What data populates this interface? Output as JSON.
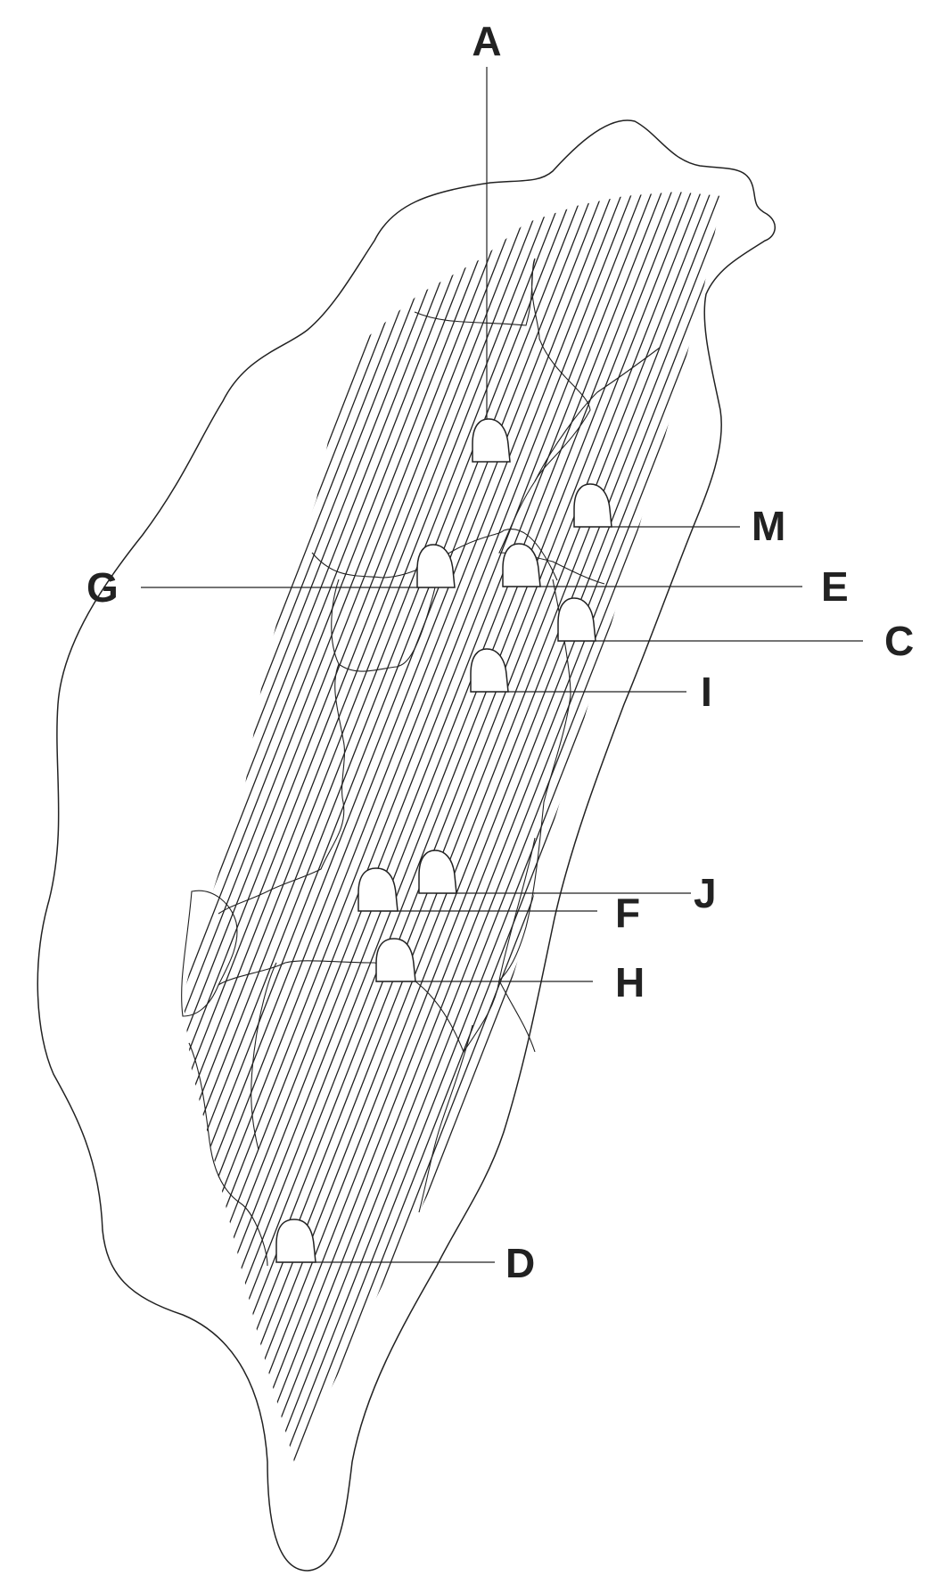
{
  "labels": {
    "A": "A",
    "M": "M",
    "G": "G",
    "E": "E",
    "C": "C",
    "I": "I",
    "J": "J",
    "F": "F",
    "H": "H",
    "D": "D"
  },
  "colors": {
    "line": "#222222",
    "background": "#ffffff"
  }
}
